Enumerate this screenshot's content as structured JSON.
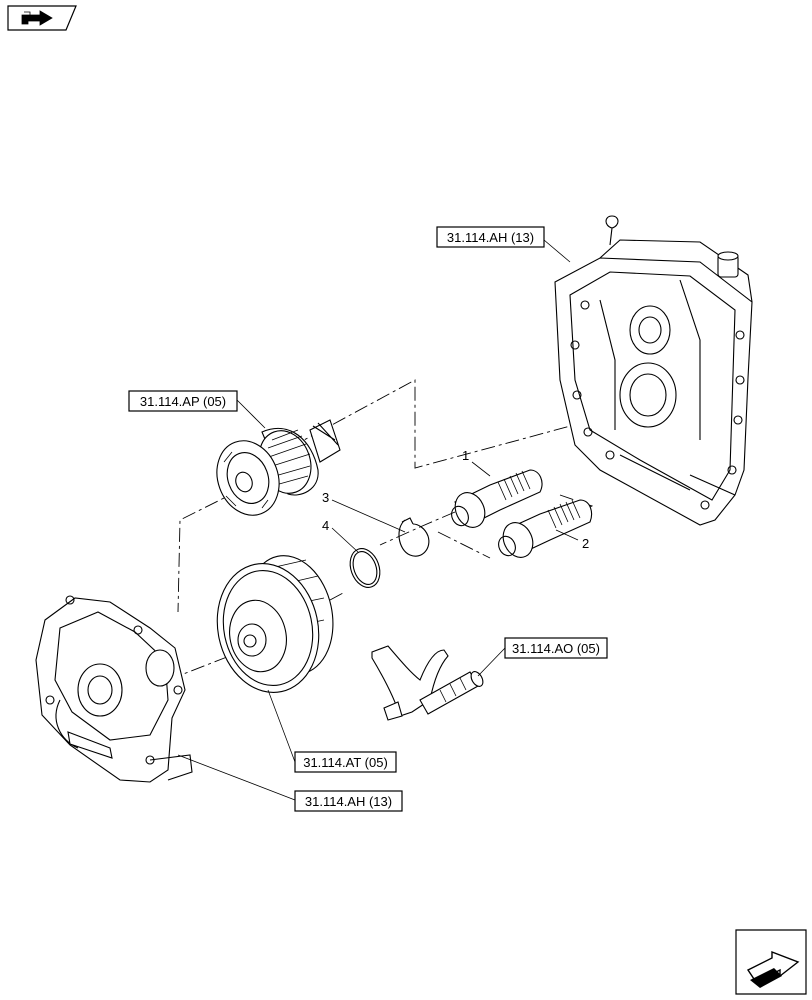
{
  "nav_top": {
    "icon": "back-arrow-icon"
  },
  "nav_bottom": {
    "icon": "forward-arrow-icon"
  },
  "references": {
    "housing_top": "31.114.AH (13)",
    "shaft_gear": "31.114.AP (05)",
    "fork": "31.114.AO (05)",
    "big_gear": "31.114.AT (05)",
    "housing_bottom": "31.114.AH (13)"
  },
  "callouts": {
    "item1": "1",
    "item2": "2",
    "item3": "3",
    "item4": "4"
  }
}
